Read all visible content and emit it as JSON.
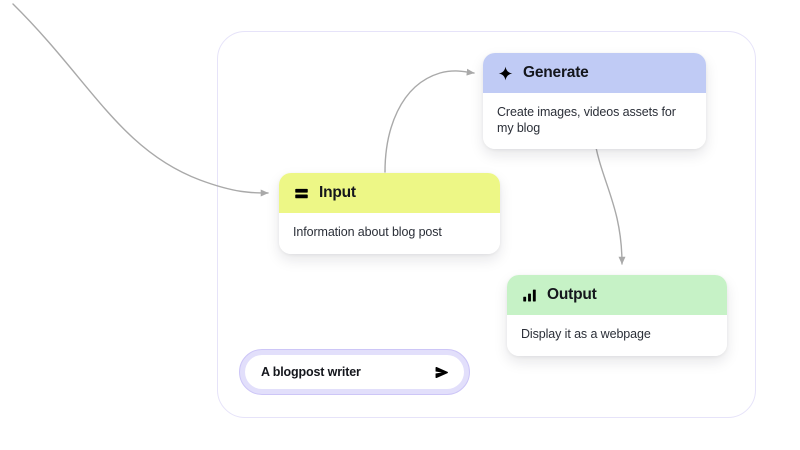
{
  "canvas": {
    "background_color": "#ffffff",
    "frame_border_color": "#e6e3f9"
  },
  "nodes": [
    {
      "id": "generate",
      "title": "Generate",
      "description": "Create images, videos assets for my blog",
      "icon": "sparkle-icon",
      "header_color": "#c0cbf5"
    },
    {
      "id": "input",
      "title": "Input",
      "description": "Information about blog post",
      "icon": "rows-icon",
      "header_color": "#edf786"
    },
    {
      "id": "output",
      "title": "Output",
      "description": "Display it as a webpage",
      "icon": "bar-chart-icon",
      "header_color": "#c6f2c6"
    }
  ],
  "prompt": {
    "value": "A blogpost writer",
    "placeholder": "A blogpost writer",
    "send_icon": "send-arrow-icon",
    "ring_color": "#e2dffb",
    "border_color": "#cdc6f7"
  },
  "connectors": [
    {
      "id": "external-to-input",
      "from": "offscreen-top-left",
      "to": "input",
      "color": "#a9a9a9"
    },
    {
      "id": "input-to-generate",
      "from": "input",
      "to": "generate",
      "color": "#a9a9a9"
    },
    {
      "id": "generate-to-output",
      "from": "generate",
      "to": "output",
      "color": "#a9a9a9"
    }
  ]
}
